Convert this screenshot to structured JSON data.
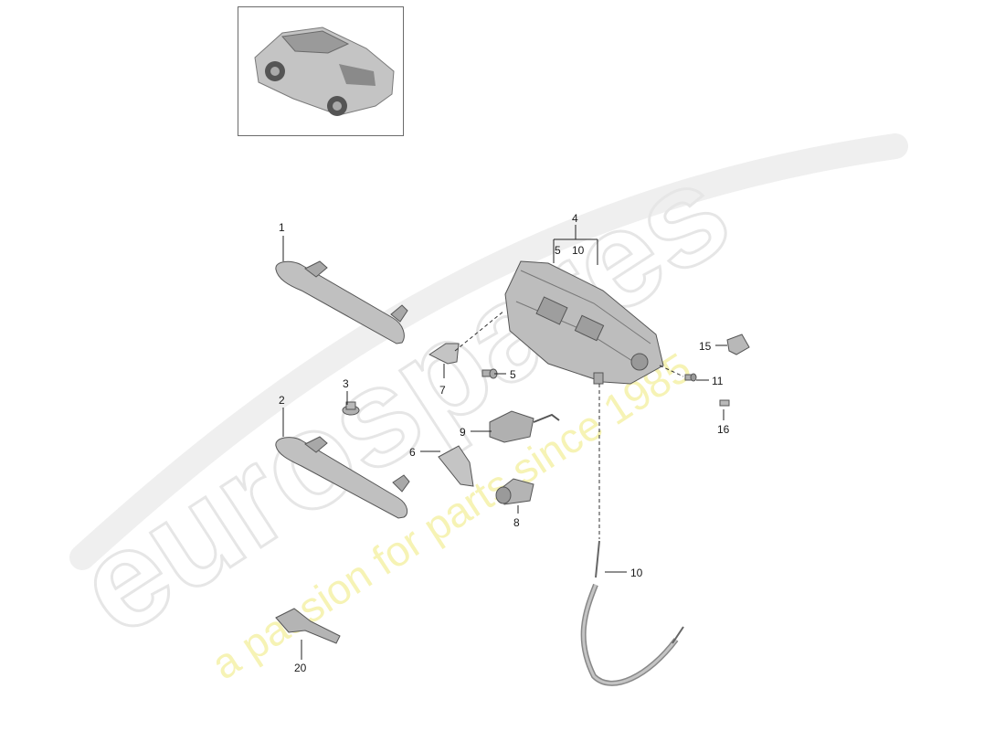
{
  "diagram": {
    "callouts": {
      "c1": "1",
      "c2": "2",
      "c3": "3",
      "c4": "4",
      "c5_top": "5",
      "c10_top": "10",
      "c5": "5",
      "c6": "6",
      "c7": "7",
      "c8": "8",
      "c9": "9",
      "c10": "10",
      "c11": "11",
      "c15": "15",
      "c16": "16",
      "c20": "20"
    }
  },
  "watermark": {
    "brand": "eurospares",
    "tagline": "a passion for parts since 1985"
  },
  "colors": {
    "part_fill": "#b9b9b9",
    "part_stroke": "#555555",
    "watermark_brand": "#e9e9e9",
    "watermark_tagline": "#f4f2b8"
  }
}
